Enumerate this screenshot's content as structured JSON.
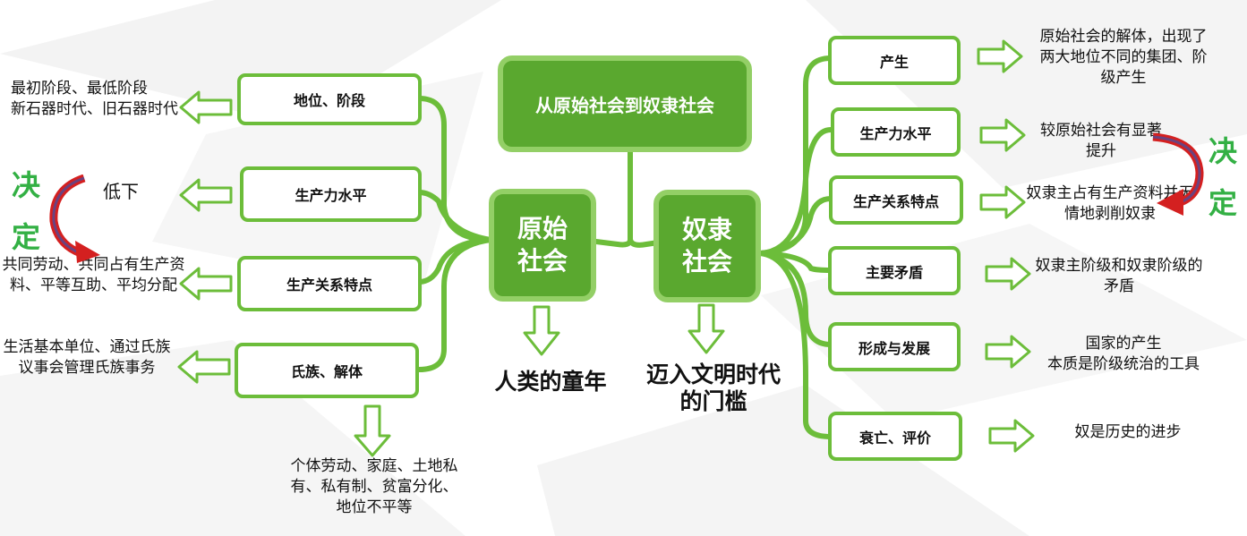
{
  "title": "从原始社会到奴隶社会",
  "primitive": {
    "label": "原始社会",
    "caption": "人类的童年",
    "branches": [
      {
        "node": "地位、阶段",
        "desc": "最初阶段、最低阶段\n新石器时代、旧石器时代"
      },
      {
        "node": "生产力水平",
        "desc": "低下"
      },
      {
        "node": "生产关系特点",
        "desc": "共同劳动、共同占有生产资料、平等互助、平均分配"
      },
      {
        "node": "氏族、解体",
        "desc": "生活基本单位、通过氏族议事会管理氏族事务"
      }
    ],
    "dissolution": "个体劳动、家庭、土地私有、私有制、贫富分化、地位不平等",
    "decides": "决定"
  },
  "slavery": {
    "label": "奴隶社会",
    "caption": "迈入文明时代的门槛",
    "branches": [
      {
        "node": "产生",
        "desc": "原始社会的解体，出现了两大地位不同的集团、阶级产生"
      },
      {
        "node": "生产力水平",
        "desc": "较原始社会有显著提升"
      },
      {
        "node": "生产关系特点",
        "desc": "奴隶主占有生产资料并无情地剥削奴隶"
      },
      {
        "node": "主要矛盾",
        "desc": "奴隶主阶级和奴隶阶级的矛盾"
      },
      {
        "node": "形成与发展",
        "desc": "国家的产生\n本质是阶级统治的工具"
      },
      {
        "node": "衰亡、评价",
        "desc": "奴是历史的进步"
      }
    ],
    "decides": "决定"
  }
}
